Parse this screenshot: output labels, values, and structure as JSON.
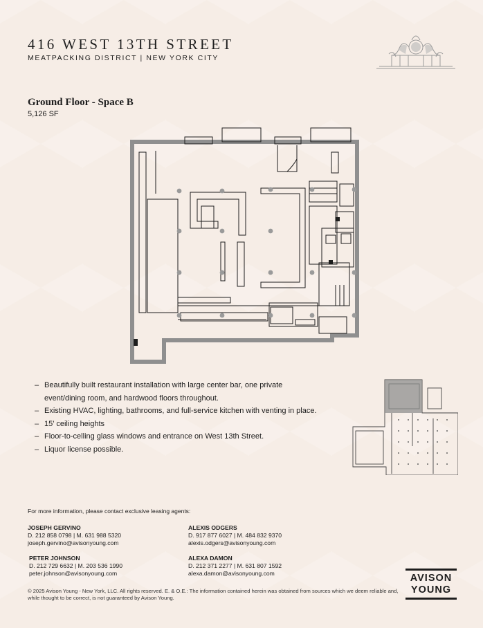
{
  "header": {
    "title": "416 WEST 13TH STREET",
    "subtitle": "MEATPACKING DISTRICT  |  NEW YORK CITY"
  },
  "space": {
    "title": "Ground Floor - Space B",
    "size": "5,126 SF"
  },
  "features": [
    "Beautifully built restaurant installation with large center bar, one private event/dining room, and hardwood floors throughout.",
    "Existing HVAC, lighting, bathrooms, and full-service kitchen with venting in place.",
    "15’ ceiling heights",
    "Floor-to-celling glass windows and entrance on West 13th Street.",
    "Liquor license possible."
  ],
  "contact": {
    "intro": "For more information, please contact exclusive leasing agents:",
    "agents": [
      {
        "name": "JOSEPH GERVINO",
        "phones": "D. 212 858 0798  |  M. 631 988 5320",
        "email": "joseph.gervino@avisonyoung.com"
      },
      {
        "name": "ALEXIS ODGERS",
        "phones": "D. 917 877 6027  |  M. 484 832 9370",
        "email": "alexis.odgers@avisonyoung.com"
      },
      {
        "name": "PETER JOHNSON",
        "phones": "D. 212 729 6632  |  M. 203 536 1990",
        "email": "peter.johnson@avisonyoung.com"
      },
      {
        "name": "ALEXA DAMON",
        "phones": "D. 212 371 2277  |  M. 631 807 1592",
        "email": "alexa.damon@avisonyoung.com"
      }
    ]
  },
  "footer": {
    "disclaimer": "© 2025 Avison Young - New York, LLC. All rights reserved.  E. & O.E.: The information contained herein was obtained from sources which we deem reliable and, while thought to be correct, is not guaranteed by Avison Young."
  },
  "brand": {
    "line1": "AVISON",
    "line2": "YOUNG"
  },
  "colors": {
    "background": "#f6ede6",
    "wall": "#8f8f8f",
    "text": "#1d1d1d"
  }
}
